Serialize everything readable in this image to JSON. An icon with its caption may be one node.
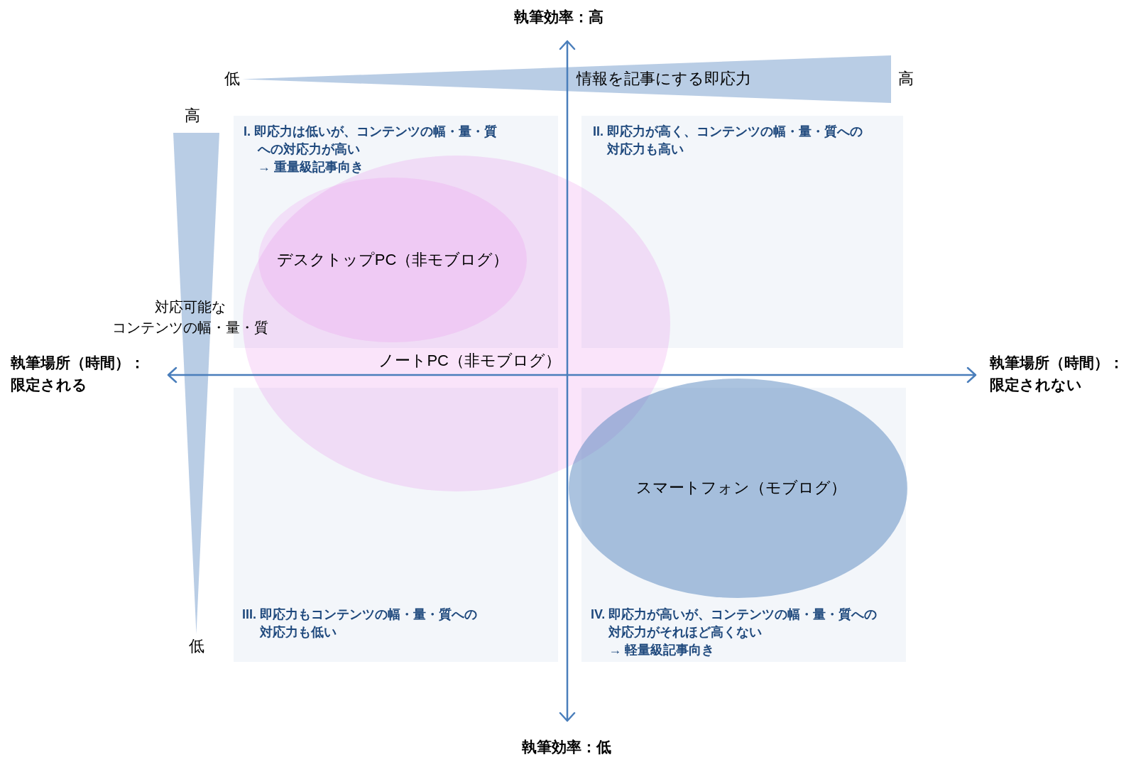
{
  "diagram": {
    "nodes": [
      {
        "text": [
          "情報を記事にする即応力"
        ],
        "beside": [
          "低",
          "高"
        ]
      },
      {
        "text": [
          "対応可能なコンテンツの幅・量・質"
        ],
        "beside": [
          "高",
          "低"
        ]
      },
      {
        "text": [
          "I. 即応力は低いが、コンテンツの幅・量・質への対応力が高い",
          "→ 重量級記事向き"
        ]
      },
      {
        "text": [
          "II. 即応力が高く、コンテンツの幅・量・質への対応力も高い"
        ]
      },
      {
        "text": [
          "III. 即応力もコンテンツの幅・量・質への対応力も低い"
        ]
      },
      {
        "text": [
          "IV. 即応力が高いが、コンテンツの幅・量・質への対応力がそれほど高くない",
          "→ 軽量級記事向き"
        ]
      },
      {
        "text": [
          "ノートPC（非モブログ）"
        ]
      },
      {
        "text": [
          "デスクトップPC（非モブログ）"
        ],
        "in": 2
      },
      {
        "text": [
          "スマートフォン（モブログ）"
        ]
      }
    ],
    "labels": [
      "執筆効率：高",
      "執筆場所（時間）：限定される",
      "執筆場所（時間）：限定されない",
      "執筆効率：低"
    ]
  }
}
